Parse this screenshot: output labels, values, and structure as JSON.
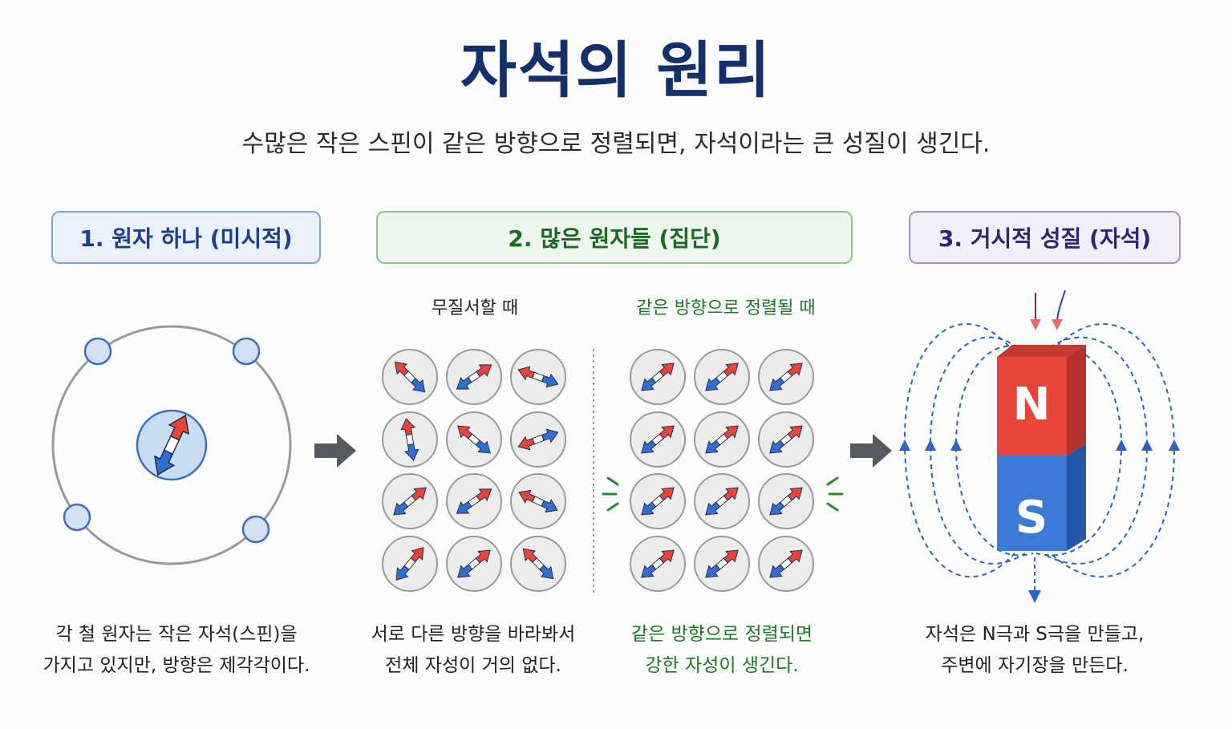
{
  "title": "자석의 원리",
  "subtitle": "수많은 작은 스핀이 같은 방향으로 정렬되면, 자석이라는 큰 성질이 생긴다.",
  "stages": [
    {
      "label": "1. 원자 하나 (미시적)"
    },
    {
      "label": "2. 많은 원자들 (집단)"
    },
    {
      "label": "3. 거시적 성질 (자석)"
    }
  ],
  "labels": {
    "random": "무질서할 때",
    "aligned": "같은 방향으로 정렬될 때"
  },
  "magnet": {
    "north": "N",
    "south": "S"
  },
  "captions": {
    "atom": [
      "각 철 원자는 작은 자석(스핀)을",
      "가지고 있지만, 방향은 제각각이다."
    ],
    "random": [
      "서로 다른 방향을 바라봐서",
      "전체 자성이 거의 없다."
    ],
    "aligned": [
      "같은 방향으로 정렬되면",
      "강한 자성이 생긴다."
    ],
    "magnet": [
      "자석은 N극과 S극을 만들고,",
      "주변에 자기장을 만든다."
    ]
  },
  "random_spin_angles_deg": [
    135,
    35,
    160,
    100,
    140,
    200,
    40,
    35,
    155,
    50,
    40,
    135
  ],
  "aligned_spin_angle_deg": 40,
  "icons": {
    "spin": "spin-arrow-icon",
    "arrow": "right-arrow-icon",
    "field": "field-line-icon",
    "electron": "electron-icon"
  },
  "colors": {
    "title": "#14306a",
    "north": "#e8453a",
    "south": "#2f6fd0",
    "field": "#2a63c8",
    "aligned_text": "#1b7a24"
  }
}
